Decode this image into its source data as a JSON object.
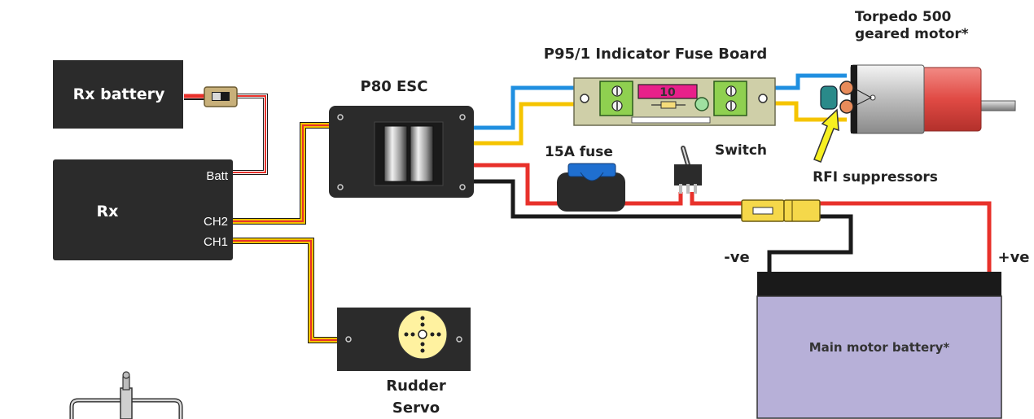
{
  "labels": {
    "rx_battery": "Rx battery",
    "rx": "Rx",
    "batt": "Batt",
    "ch2": "CH2",
    "ch1": "CH1",
    "esc": "P80 ESC",
    "fuse_board": "P95/1 Indicator Fuse Board",
    "fuse_value": "10",
    "motor_line1": "Torpedo 500",
    "motor_line2": "geared motor*",
    "fuse_15a": "15A fuse",
    "switch": "Switch",
    "rfi": "RFI suppressors",
    "neg": "-ve",
    "pos": "+ve",
    "main_battery": "Main motor battery*",
    "servo_line1": "Rudder",
    "servo_line2": "Servo"
  },
  "colors": {
    "device_dark": "#2b2b2b",
    "wire_red": "#e8312b",
    "wire_blue": "#1f8fe0",
    "wire_yellow": "#f5c400",
    "wire_black": "#1a1a1a",
    "fuse_board": "#cfcfa8",
    "terminal_green": "#8fd050",
    "fuse_pink": "#e8208a",
    "battery_body": "#b7b0d8",
    "motor_red": "#e45a55",
    "servo_disc": "#fff2a0",
    "arrow_yellow": "#f7f020",
    "suppressor_teal": "#2a8a8a"
  }
}
